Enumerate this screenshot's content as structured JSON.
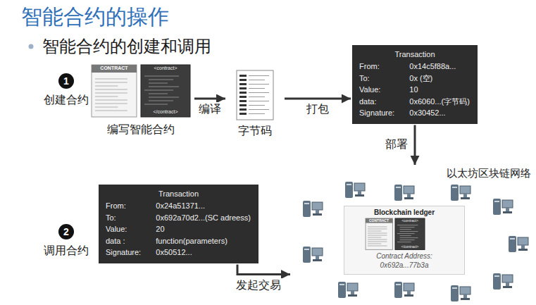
{
  "diagram": {
    "title": "智能合约的操作",
    "nodes": [
      {
        "text": [
          "1",
          "创建合约"
        ]
      },
      {
        "text": [
          "CONTRACT",
          "<contract>",
          "</contract>",
          "编写智能合约"
        ]
      },
      {
        "text": [
          "字节码"
        ]
      },
      {
        "text": [
          "Transaction",
          "From:",
          "0x14c5f88a...",
          "To:",
          "0x (空)",
          "Value:",
          "10",
          "data:",
          "0x6060...(字节码)",
          "Signature:",
          "0x30452..."
        ]
      },
      {
        "text": [
          "以太坊区块链网络"
        ]
      },
      {
        "text": [
          "Blockchain ledger",
          "CONTRACT",
          "<contract>",
          "</contract>",
          "Contract Address: 0x692a...77b3a"
        ],
        "in": 4
      },
      {
        "text": [
          "2",
          "调用合约"
        ]
      },
      {
        "text": [
          "Transaction",
          "From:",
          "0x24a51371...",
          "To:",
          "0x692a70d2...(SC adreess)",
          "Value:",
          "20",
          "data :",
          "function(parameters)",
          "Signature:",
          "0x50512..."
        ]
      }
    ],
    "edges": [
      {
        "from": 1,
        "to": 2,
        "label": "编译",
        "arrow": "to"
      },
      {
        "from": 2,
        "to": 3,
        "label": "打包",
        "arrow": "to"
      },
      {
        "from": 3,
        "to": 4,
        "label": "部署",
        "arrow": "to"
      },
      {
        "from": 7,
        "to": 4,
        "label": "发起交易",
        "arrow": "to"
      }
    ],
    "labels": [
      "智能合约的创建和调用"
    ]
  }
}
